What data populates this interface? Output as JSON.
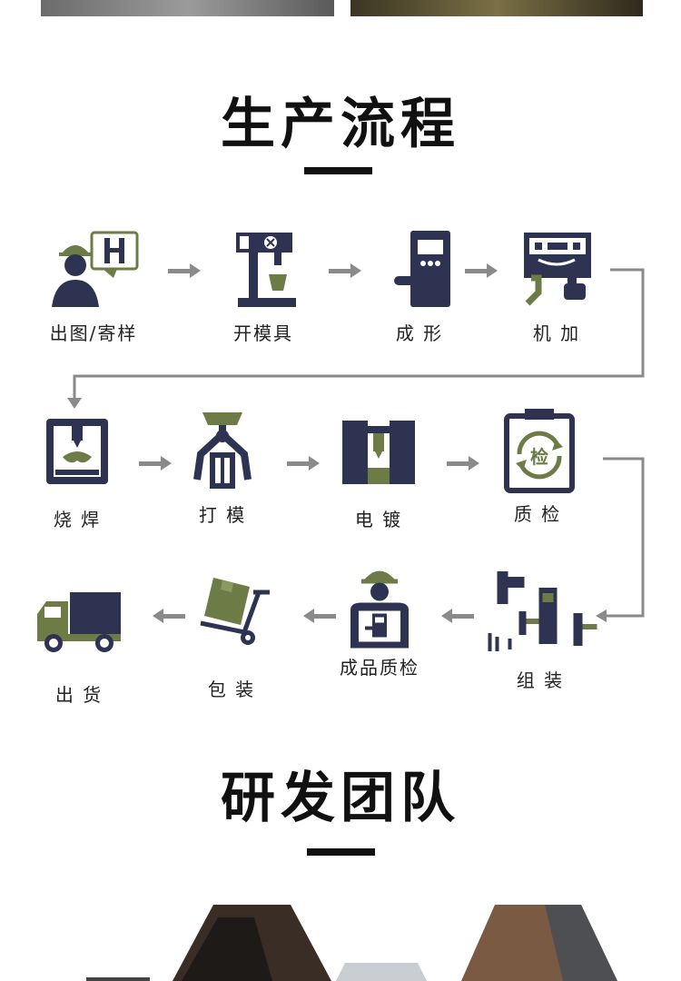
{
  "colors": {
    "navy": "#2f3352",
    "olive": "#6d7b46",
    "gray": "#8a8a8a",
    "title": "#111111"
  },
  "process_section": {
    "title": "生产流程",
    "rows": [
      {
        "direction": "ltr",
        "steps": [
          {
            "label": "出图/寄样",
            "icon": "designer-monitor-icon"
          },
          {
            "label": "开模具",
            "icon": "mold-press-icon"
          },
          {
            "label": "成 形",
            "icon": "lock-forming-icon"
          },
          {
            "label": "机 加",
            "icon": "cnc-machining-icon"
          }
        ]
      },
      {
        "direction": "ltr",
        "steps": [
          {
            "label": "烧 焊",
            "icon": "welding-machine-icon"
          },
          {
            "label": "打 模",
            "icon": "robot-arm-icon"
          },
          {
            "label": "电 镀",
            "icon": "electroplating-icon"
          },
          {
            "label": "质 检",
            "icon": "quality-check-icon"
          }
        ]
      },
      {
        "direction": "rtl",
        "steps": [
          {
            "label": "出 货",
            "icon": "delivery-truck-icon"
          },
          {
            "label": "包 装",
            "icon": "hand-truck-box-icon"
          },
          {
            "label": "成品质检",
            "icon": "final-inspection-icon"
          },
          {
            "label": "组 装",
            "icon": "lock-assembly-icon"
          }
        ]
      }
    ],
    "check_badge": "检"
  },
  "team_section": {
    "title": "研发团队"
  }
}
